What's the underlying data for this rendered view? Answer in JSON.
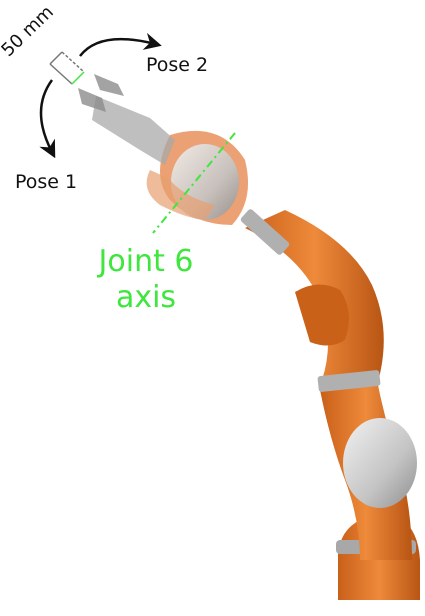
{
  "labels": {
    "distance": "50 mm",
    "pose_2": "Pose 2",
    "pose_1": "Pose 1",
    "joint_axis_line1": "Joint 6",
    "joint_axis_line2": "axis"
  },
  "colors": {
    "robot_orange": "#e0731f",
    "robot_orange_dark": "#b55615",
    "robot_grey": "#c9c9c9",
    "band_grey": "#a8a8a8",
    "axis_green": "#3ee63e",
    "arrow_black": "#111111"
  }
}
